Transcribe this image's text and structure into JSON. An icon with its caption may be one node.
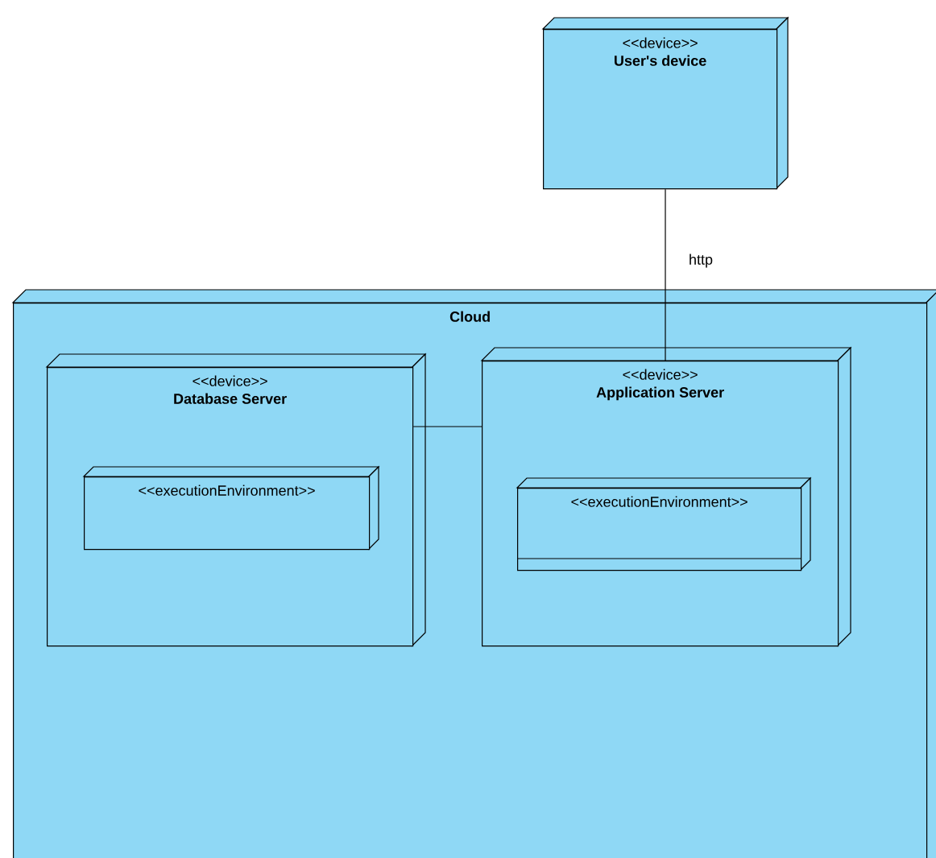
{
  "diagram": {
    "nodes": [
      {
        "text": [
          "<<device>>",
          "User's device"
        ]
      },
      {
        "text": [
          "Cloud"
        ]
      },
      {
        "text": [
          "<<device>>",
          "Database Server"
        ],
        "in": 1
      },
      {
        "text": [
          "<<executionEnvironment>>"
        ],
        "in": 2
      },
      {
        "text": [
          "<<device>>",
          "Application Server"
        ],
        "in": 1
      },
      {
        "text": [
          "<<executionEnvironment>>"
        ],
        "in": 4
      }
    ],
    "edges": [
      {
        "from": 0,
        "to": 4,
        "arrow": "none",
        "label": "http"
      },
      {
        "from": 2,
        "to": 4,
        "arrow": "none"
      }
    ]
  }
}
